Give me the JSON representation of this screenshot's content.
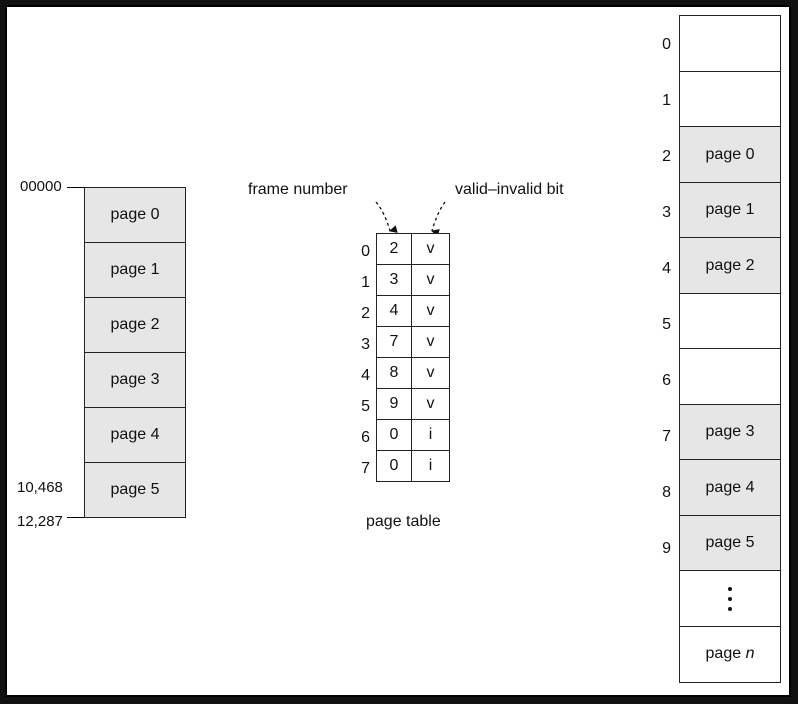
{
  "logical_memory": {
    "pages": [
      "page 0",
      "page 1",
      "page 2",
      "page 3",
      "page 4",
      "page 5"
    ],
    "addresses": {
      "start": "00000",
      "last_page_start": "10,468",
      "end": "12,287"
    }
  },
  "page_table": {
    "caption": "page table",
    "frame_label": "frame number",
    "valid_label": "valid–invalid bit",
    "rows": [
      {
        "index": "0",
        "frame": "2",
        "bit": "v"
      },
      {
        "index": "1",
        "frame": "3",
        "bit": "v"
      },
      {
        "index": "2",
        "frame": "4",
        "bit": "v"
      },
      {
        "index": "3",
        "frame": "7",
        "bit": "v"
      },
      {
        "index": "4",
        "frame": "8",
        "bit": "v"
      },
      {
        "index": "5",
        "frame": "9",
        "bit": "v"
      },
      {
        "index": "6",
        "frame": "0",
        "bit": "i"
      },
      {
        "index": "7",
        "frame": "0",
        "bit": "i"
      }
    ]
  },
  "physical_memory": {
    "frames": [
      {
        "index": "0",
        "content": ""
      },
      {
        "index": "1",
        "content": ""
      },
      {
        "index": "2",
        "content": "page 0"
      },
      {
        "index": "3",
        "content": "page 1"
      },
      {
        "index": "4",
        "content": "page 2"
      },
      {
        "index": "5",
        "content": ""
      },
      {
        "index": "6",
        "content": ""
      },
      {
        "index": "7",
        "content": "page 3"
      },
      {
        "index": "8",
        "content": "page 4"
      },
      {
        "index": "9",
        "content": "page 5"
      }
    ],
    "last_frame": {
      "prefix": "page",
      "var": "n"
    }
  },
  "colors": {
    "filled": "#e6e6e6",
    "border": "#222222",
    "frame": "#111111"
  }
}
